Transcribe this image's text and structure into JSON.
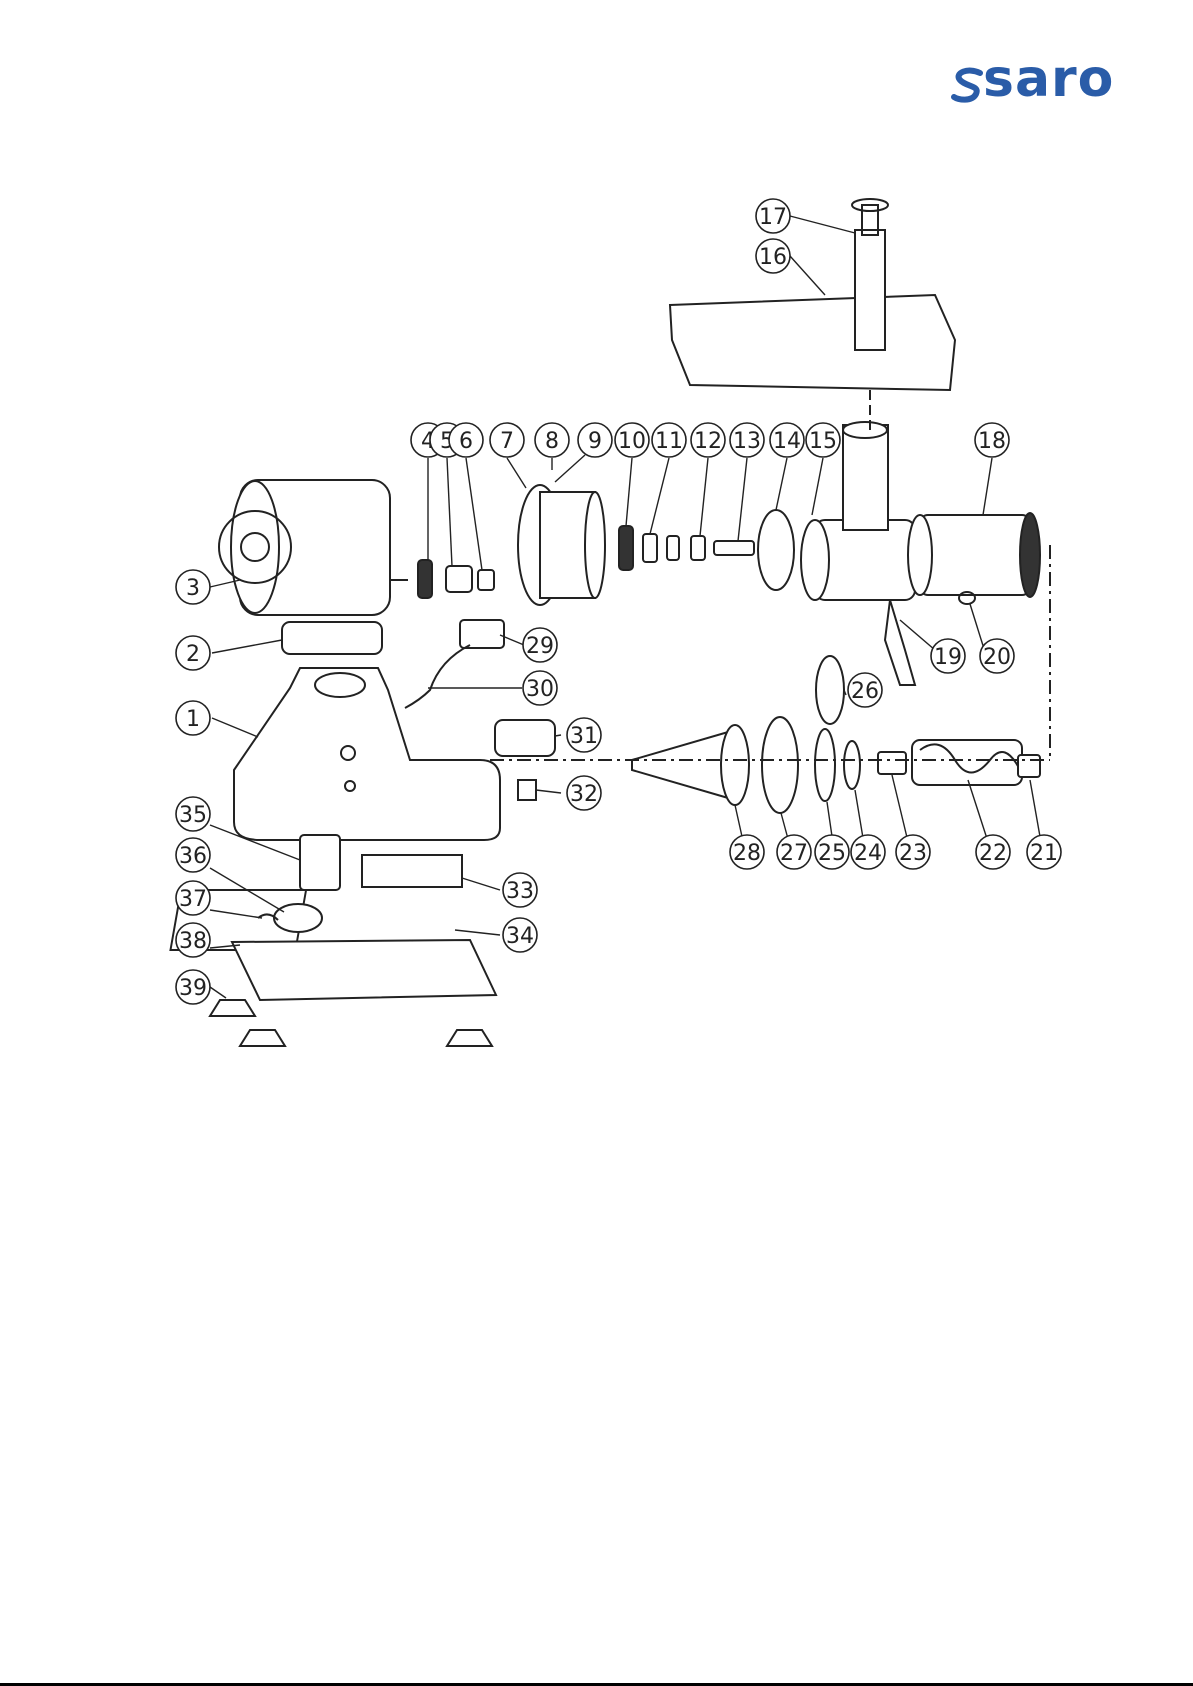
{
  "brand": {
    "name": "saro",
    "color": "#2a5ca8"
  },
  "callouts": [
    "1",
    "2",
    "3",
    "4",
    "5",
    "6",
    "7",
    "8",
    "9",
    "10",
    "11",
    "12",
    "13",
    "14",
    "15",
    "16",
    "17",
    "18",
    "19",
    "20",
    "21",
    "22",
    "23",
    "24",
    "25",
    "26",
    "27",
    "28",
    "29",
    "30",
    "31",
    "32",
    "33",
    "34",
    "35",
    "36",
    "37",
    "38",
    "39"
  ]
}
